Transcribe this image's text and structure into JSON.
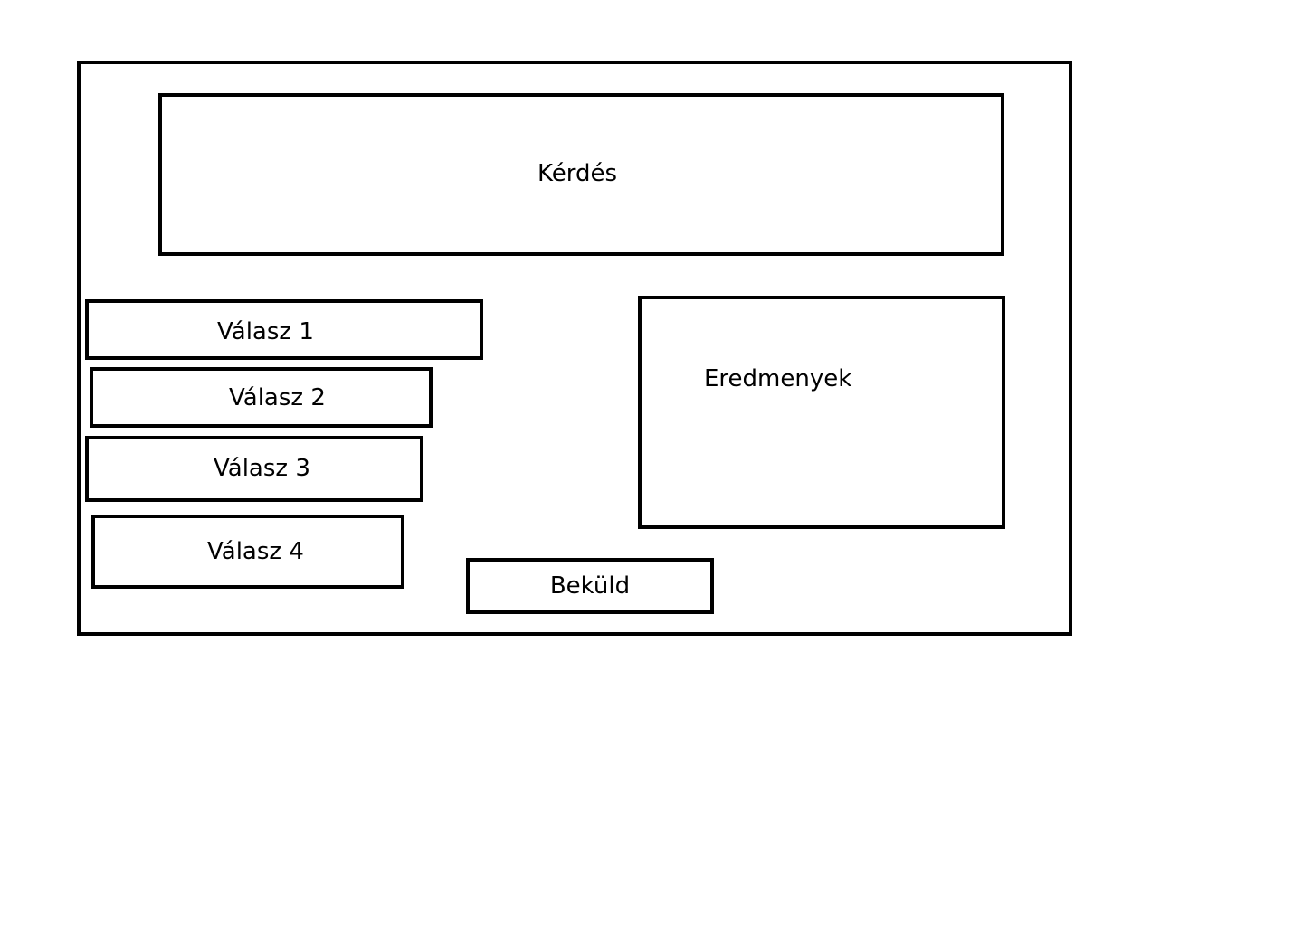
{
  "question": {
    "label": "Kérdés"
  },
  "answers": [
    {
      "label": "Válasz 1"
    },
    {
      "label": "Válasz 2"
    },
    {
      "label": "Válasz 3"
    },
    {
      "label": "Válasz 4"
    }
  ],
  "results": {
    "label": "Eredmenyek"
  },
  "submit": {
    "label": "Beküld"
  },
  "colors": {
    "border": "#000000",
    "background": "#ffffff",
    "text": "#000000"
  }
}
